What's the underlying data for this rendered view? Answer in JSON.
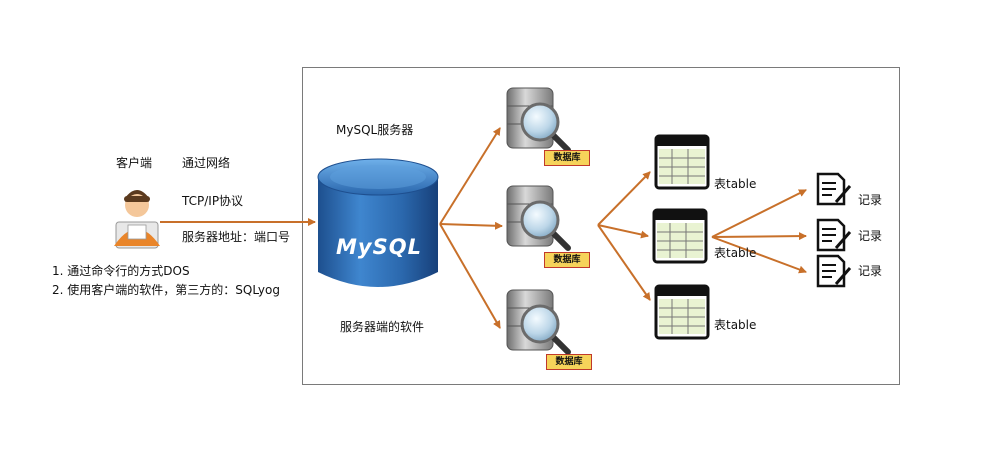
{
  "client": {
    "label": "客户端",
    "network": "通过网络",
    "protocol": "TCP/IP协议",
    "address": "服务器地址：端口号",
    "method1": "1. 通过命令行的方式DOS",
    "method2": "2. 使用客户端的软件，第三方的：SQLyog"
  },
  "server": {
    "title": "MySQL服务器",
    "software": "服务器端的软件",
    "logo": "MySQL"
  },
  "databases": [
    {
      "label": "数据库"
    },
    {
      "label": "数据库"
    },
    {
      "label": "数据库"
    }
  ],
  "tables": [
    {
      "label": "表table"
    },
    {
      "label": "表table"
    },
    {
      "label": "表table"
    }
  ],
  "records": [
    {
      "label": "记录"
    },
    {
      "label": "记录"
    },
    {
      "label": "记录"
    }
  ],
  "colors": {
    "arrow": "#c8702a",
    "cylinder": "#2f6fb5",
    "tag_fill": "#f6d35a",
    "tag_border": "#c0392b"
  }
}
